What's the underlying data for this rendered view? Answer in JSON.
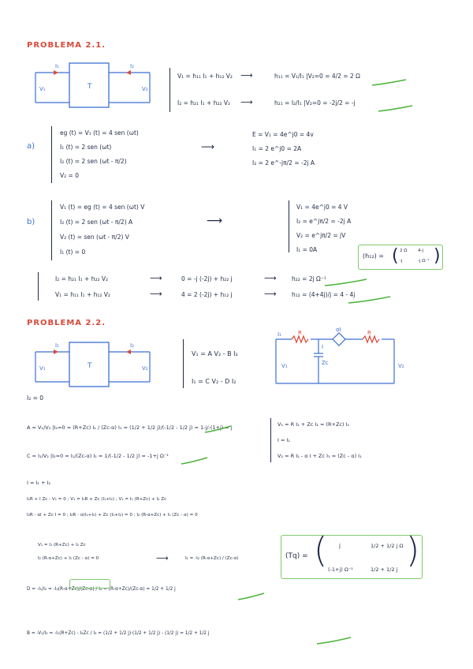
{
  "problem1": {
    "title": "PROBLEMA 2.1.",
    "block_label": "T",
    "i1": "I₁",
    "i2": "I₂",
    "v1": "V₁",
    "v2": "V₂",
    "eq1": "V₁ = h₁₁ I₁ + h₁₂ V₂",
    "eq2": "I₂ = h₂₁ I₁ + h₂₂ V₂",
    "h11": "h₁₁ = V₁/I₁ |V₂=0 = 4/2 = 2 Ω",
    "h21": "h₂₁ = I₂/I₁ |V₂=0 = -2j/2 = -j",
    "a_label": "a)",
    "a_lines": [
      "eg (t) = V₁ (t) = 4 sen (ωt)",
      "I₁ (t) = 2 sen (ωt)",
      "I₂ (t) = 2 sen (ωt - π/2)",
      "V₂ = 0"
    ],
    "a_results": [
      "E = V₁ = 4e^j0 = 4v",
      "I₁ = 2 e^j0 = 2A",
      "I₂ = 2 e^-jπ/2 = -2j A"
    ],
    "b_label": "b)",
    "b_lines": [
      "V₁ (t) = eg (t) = 4 sen (ωt) V",
      "I₂ (t) = 2 sen (ωt - π/2) A",
      "V₂ (t) = sen (ωt - π/2) V",
      "I₁ (t) = 0"
    ],
    "b_results": [
      "V₁ = 4e^j0 = 4 V",
      "I₂ = e^jπ/2 = -2j A",
      "V₂ = e^jπ/2 = jV",
      "I₁ = 0A"
    ],
    "hmatrix_label": "(h₁₂) =",
    "hmatrix": [
      "2 Ω",
      "4-j",
      "-j",
      "-j Ω⁻¹"
    ],
    "c_line1_a": "I₂ = h₂₁ I₁ + h₂₂ V₂",
    "c_line1_b": "0 = -j (-2j) + h₂₂ j",
    "c_line1_c": "h₂₂ = 2j Ω⁻¹",
    "c_line2_a": "V₁ = h₁₁ I₁ + h₁₂ V₂",
    "c_line2_b": "4 = 2 (-2j) + h₁₂ j",
    "c_line2_c": "h₁₂ = (4+4j)/j = 4 - 4j"
  },
  "problem2": {
    "title": "PROBLEMA 2.2.",
    "block_label": "T",
    "i1": "I₁",
    "i2": "I₂",
    "v1": "V₁",
    "v2": "V₂",
    "i2_zero": "I₂ = 0",
    "eq1": "V₁ = A V₂ - B I₂",
    "eq2": "I₁ = C V₂ - D I₂",
    "circuit": {
      "r1": "R",
      "r2": "R",
      "src": "αI",
      "i": "I",
      "zc": "Zc",
      "i1": "I₁",
      "v1": "V₁",
      "v2": "V₂"
    },
    "A_eq": "A = V₁/V₂ |I₂=0 = (R+Zc) I₁ / (Zc-α) I₁ = (1/2 + 1/2 j)/(-1/2 - 1/2 j) = 1-j/-(1+j) = j",
    "C_eq": "C = I₁/V₂ |I₂=0 = I₁/(Zc-α) I₁ = 1/(-1/2 - 1/2 j) = -1+j Ω⁻¹",
    "side1": "V₁ = R I₁ + Zc I₁ = (R+Zc) I₁",
    "side2": "I = I₁",
    "side3": "V₂ = R I₂ - α I + Zc I₁ = (Zc - α) I₁",
    "n1": "I = I₁ + I₂",
    "n2": "I₁R + I Zc - V₁ = 0 ; V₁ = I₁R + Zc (I₁+I₂) ; V₁ = I₁ (R+Zc) + I₂ Zc",
    "n3": "I₂R - αI + Zc I = 0 ; I₂R - α(I₁+I₂) + Zc (I₁+I₂) = 0 ; I₂ (R-α+Zc) + I₁ (Zc - α) = 0",
    "n4": "V₁ = I₁ (R+Zc) + I₂ Zc",
    "n5": "I₂ (R-α+Zc) + I₁ (Zc - α) = 0",
    "n5_res": "I₁ = -I₂ (R-α+Zc) / (Zc-α)",
    "D_eq": "D = -I₁/I₂ = -I₂(R-α+Zc)/(Zc-α) / I₂ = (R-α+Zc)/(Zc-α) = 1/2 + 1/2 j",
    "B_eq": "B = -V₁/I₂ = -I₁(R+Zc) - I₂Zc / I₂ = (1/2 + 1/2 j)·(1/2 + 1/2 j) - (1/2 j) = 1/2 + 1/2 j",
    "tmatrix_label": "(Tq) =",
    "tmatrix": [
      "j",
      "1/2 + 1/2 j Ω",
      "(-1+j) Ω⁻¹",
      "1/2 + 1/2 j"
    ]
  }
}
